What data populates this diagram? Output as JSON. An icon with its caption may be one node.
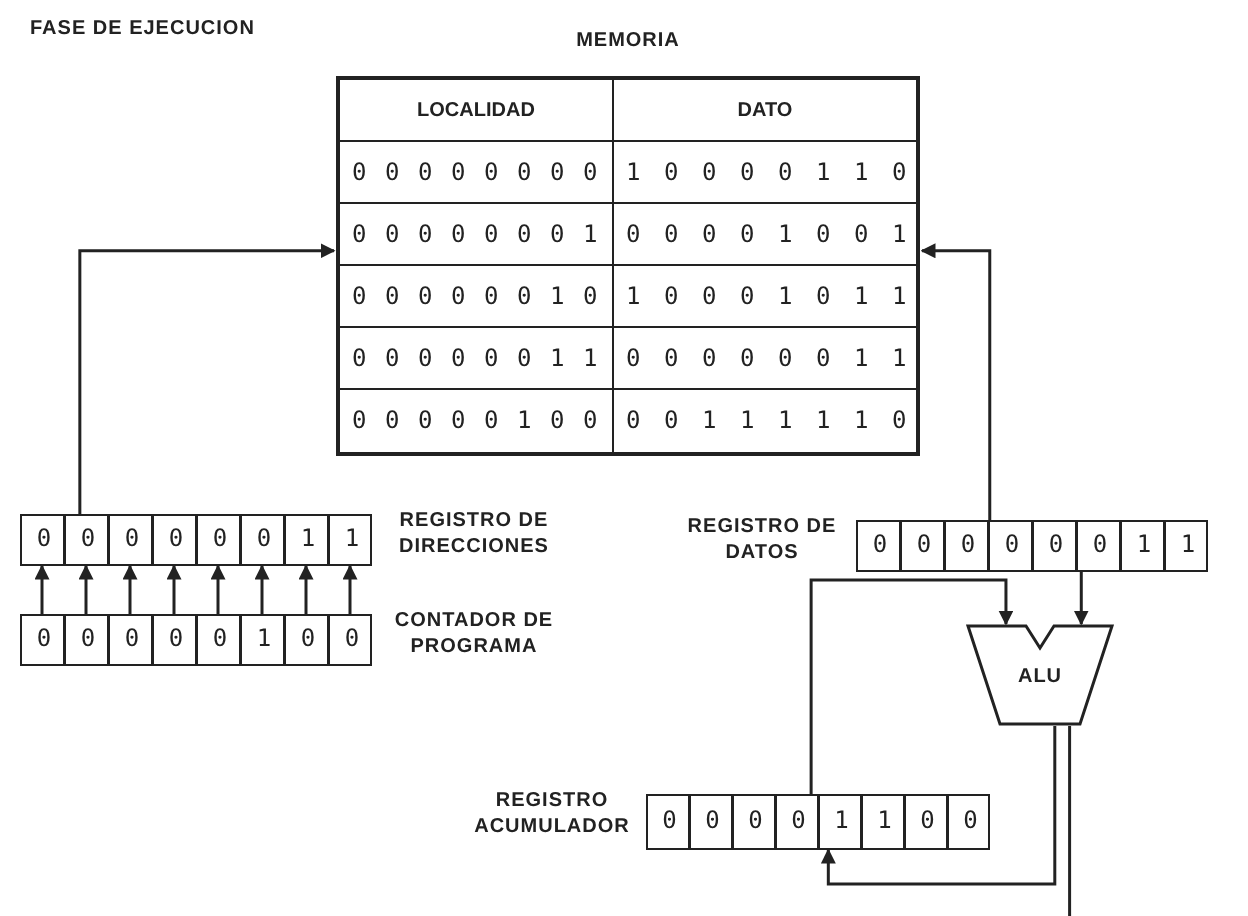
{
  "diagram": {
    "title": "FASE DE EJECUCION",
    "nodes": [
      {
        "text": [
          "MEMORIA"
        ]
      },
      {
        "text": [
          "00000011"
        ],
        "beside": [
          "REGISTRO DE DIRECCIONES"
        ]
      },
      {
        "text": [
          "00000011"
        ],
        "beside": [
          "REGISTRO DE DATOS"
        ]
      },
      {
        "text": [
          "00000100"
        ],
        "beside": [
          "CONTADOR DE PROGRAMA"
        ]
      },
      {
        "text": [
          "ALU"
        ]
      },
      {
        "text": [
          "00001100"
        ],
        "beside": [
          "REGISTRO ACUMULADOR"
        ]
      }
    ],
    "edges": [
      {
        "from": 1,
        "to": 0,
        "arrow": "to"
      },
      {
        "from": 2,
        "to": 0,
        "arrow": "to"
      },
      {
        "from": 2,
        "to": 4,
        "arrow": "to"
      },
      {
        "from": 5,
        "to": 4,
        "arrow": "to"
      },
      {
        "from": 4,
        "to": 5,
        "arrow": "to"
      },
      {
        "from": 4,
        "to": null,
        "arrow": "none"
      },
      {
        "from": 3,
        "to": 1,
        "arrow": "to"
      },
      {
        "from": 3,
        "to": 1,
        "arrow": "to"
      },
      {
        "from": 3,
        "to": 1,
        "arrow": "to"
      },
      {
        "from": 3,
        "to": 1,
        "arrow": "to"
      },
      {
        "from": 3,
        "to": 1,
        "arrow": "to"
      },
      {
        "from": 3,
        "to": 1,
        "arrow": "to"
      },
      {
        "from": 3,
        "to": 1,
        "arrow": "to"
      },
      {
        "from": 3,
        "to": 1,
        "arrow": "to"
      }
    ],
    "labels": [
      "LOCALIDAD",
      "DATO",
      "00000000",
      "10000110",
      "00000001",
      "00001001",
      "00000010",
      "10001011",
      "00000011",
      "00000011",
      "00000100",
      "00111110"
    ]
  }
}
